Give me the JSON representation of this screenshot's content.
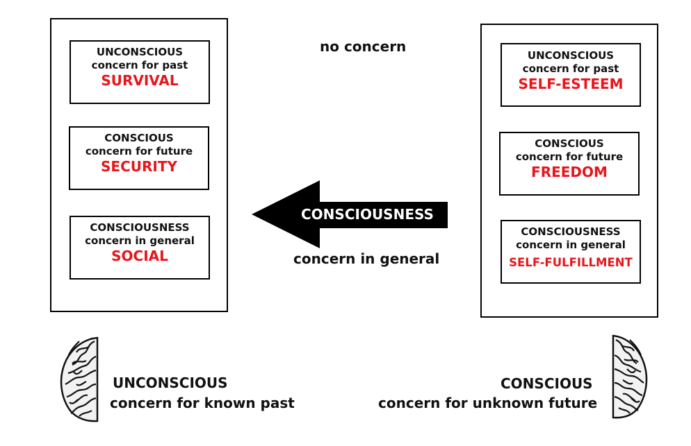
{
  "top_label": "no concern",
  "arrow": {
    "label": "CONSCIOUSNESS",
    "sub_label": "concern in general"
  },
  "left_column": [
    {
      "line1": "UNCONSCIOUS",
      "line2": "concern for past",
      "need": "SURVIVAL"
    },
    {
      "line1": "CONSCIOUS",
      "line2": "concern for future",
      "need": "SECURITY"
    },
    {
      "line1": "CONSCIOUSNESS",
      "line2": "concern in general",
      "need": "SOCIAL"
    }
  ],
  "right_column": [
    {
      "line1": "UNCONSCIOUS",
      "line2": "concern for past",
      "need": "SELF-ESTEEM"
    },
    {
      "line1": "CONSCIOUS",
      "line2": "concern for future",
      "need": "FREEDOM"
    },
    {
      "line1": "CONSCIOUSNESS",
      "line2": "concern in general",
      "need": "SELF-FULFILLMENT"
    }
  ],
  "bottom_left": {
    "title": "UNCONSCIOUS",
    "subtitle": "concern for known past"
  },
  "bottom_right": {
    "title": "CONSCIOUS",
    "subtitle": "concern for unknown future"
  },
  "colors": {
    "need_text": "#e8151b",
    "arrow_fill": "#000000",
    "border": "#000000"
  }
}
